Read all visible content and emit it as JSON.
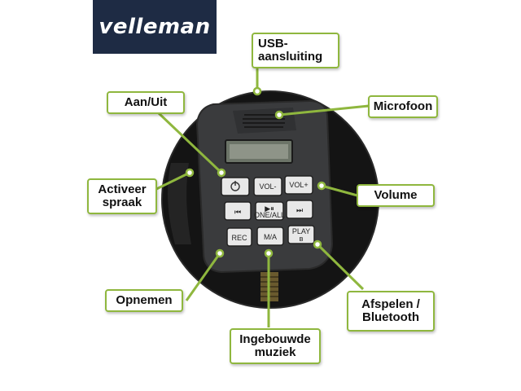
{
  "brand": {
    "logo_text": "velleman",
    "bg_color": "#1e2b44"
  },
  "colors": {
    "leader_line": "#8fb73e",
    "label_border": "#8fb73e",
    "device_bg": "#1b1b1b"
  },
  "labels": {
    "usb": "USB-\naansluiting",
    "power": "Aan/Uit",
    "microphone": "Microfoon",
    "voice": "Activeer\nspraak",
    "volume": "Volume",
    "record": "Opnemen",
    "bluetooth": "Afspelen /\nBluetooth",
    "builtin_music": "Ingebouwde\nmuziek"
  },
  "device_buttons": {
    "vol_down": "VOL-",
    "vol_up": "VOL+",
    "rec": "REC",
    "ma": "M/A",
    "play": "PLAY",
    "one_all": "ONE/ALL"
  }
}
